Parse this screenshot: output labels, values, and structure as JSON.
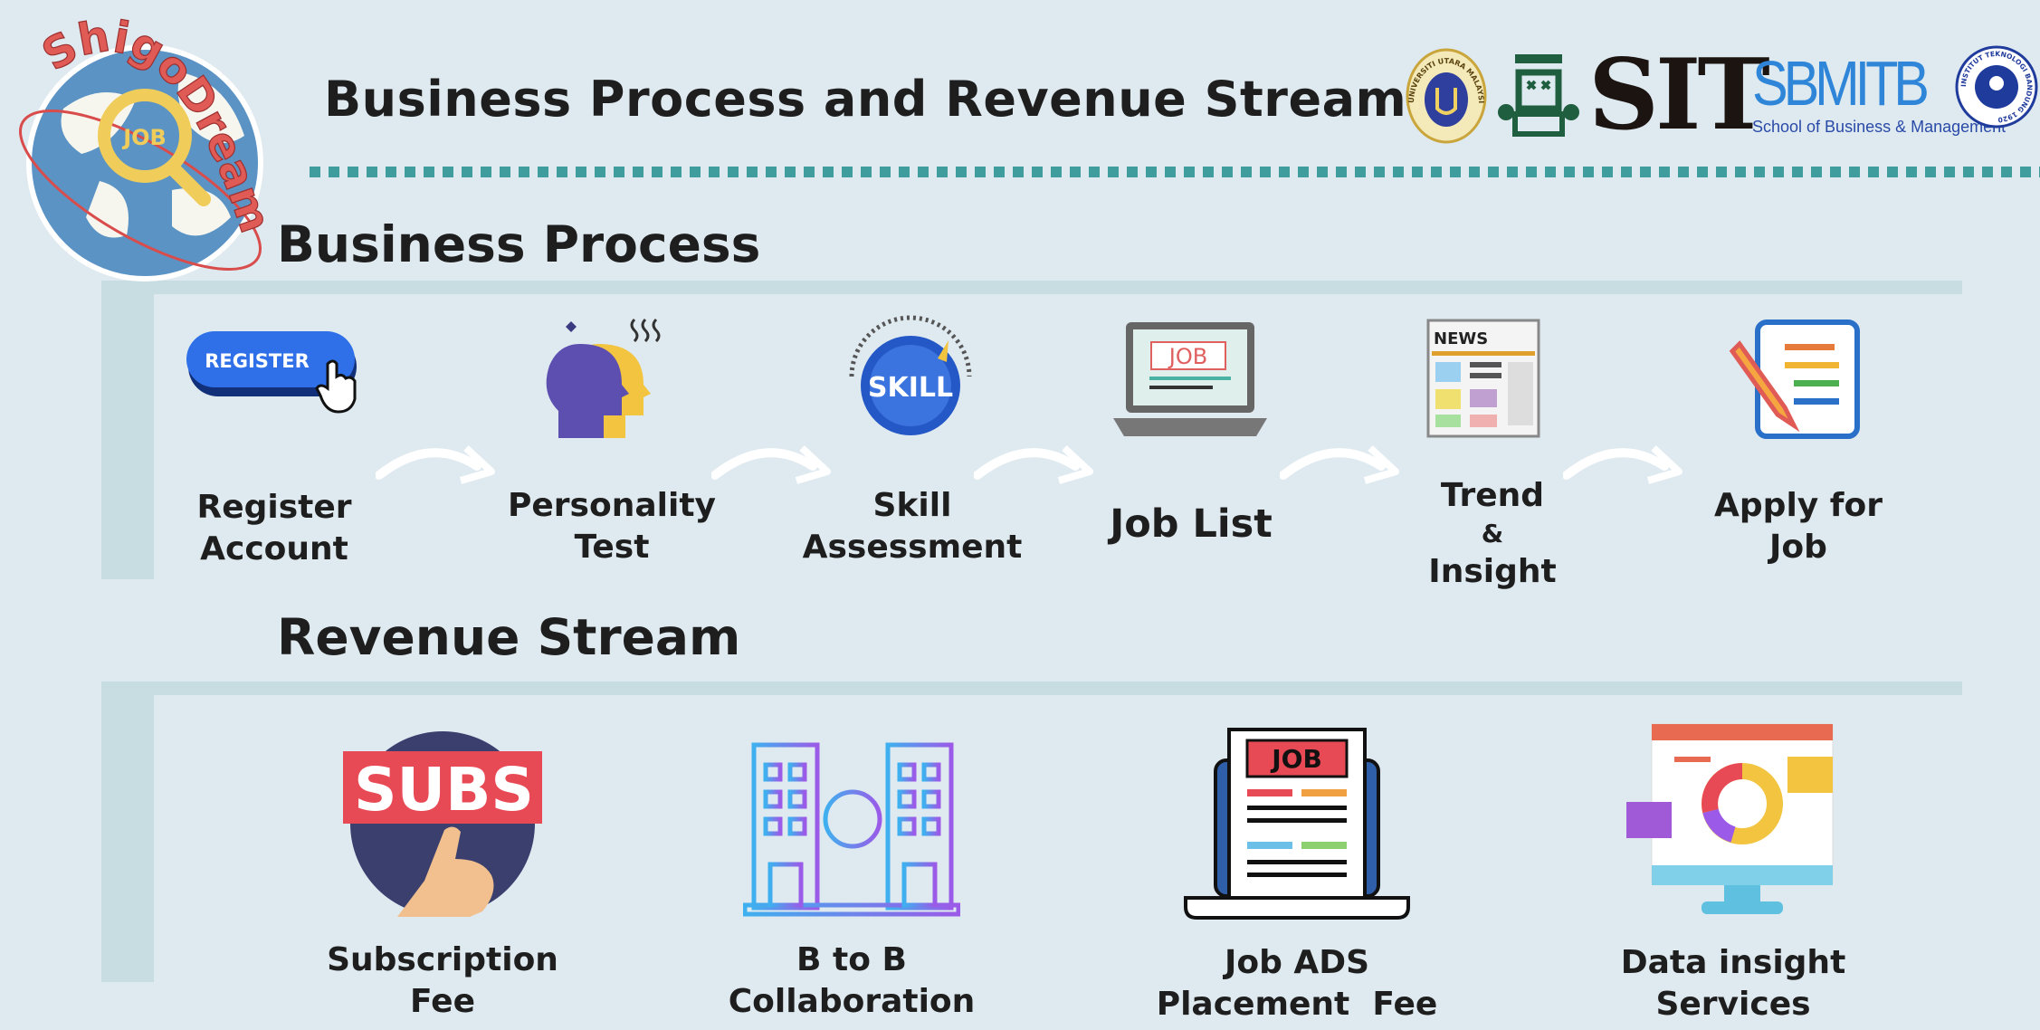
{
  "header": {
    "title": "Business Process and Revenue Stream",
    "brand_logo_text": "ShigoDream",
    "brand_logo_badge": "JOB",
    "partner_logos": {
      "sit": "SIT",
      "sbm_itb": "SBMITB",
      "sbm_subtitle": "School of Business & Management",
      "uum_seal_text": "UNIVERSITI UTARA MALAYSIA",
      "itb_seal_text": "INSTITUT TEKNOLOGI BANDUNG 1920"
    }
  },
  "business_process": {
    "heading": "Business Process",
    "steps": [
      {
        "label_lines": [
          "Register",
          "Account"
        ],
        "icon": "register-button-icon",
        "icon_text": "REGISTER"
      },
      {
        "label_lines": [
          "Personality",
          "Test"
        ],
        "icon": "heads-icon"
      },
      {
        "label_lines": [
          "Skill",
          "Assessment"
        ],
        "icon": "skill-gauge-icon",
        "icon_text": "SKILL"
      },
      {
        "label_lines": [
          "Job List"
        ],
        "icon": "laptop-job-icon",
        "icon_text": "JOB"
      },
      {
        "label_lines": [
          "Trend",
          "&",
          "Insight"
        ],
        "icon": "newspaper-icon",
        "icon_text": "NEWS"
      },
      {
        "label_lines": [
          "Apply for",
          "Job"
        ],
        "icon": "form-pencil-icon"
      }
    ]
  },
  "revenue_stream": {
    "heading": "Revenue Stream",
    "items": [
      {
        "label_lines": [
          "Subscription",
          "Fee"
        ],
        "icon": "subscribe-icon",
        "icon_text": "SUBS"
      },
      {
        "label_lines": [
          "B to B",
          "Collaboration"
        ],
        "icon": "linked-buildings-icon"
      },
      {
        "label_lines": [
          "Job ADS",
          "Placement  Fee"
        ],
        "icon": "job-ad-laptop-icon",
        "icon_text": "JOB"
      },
      {
        "label_lines": [
          "Data insight",
          "Services"
        ],
        "icon": "analytics-monitor-icon"
      }
    ]
  },
  "colors": {
    "background": "#dfeaf0",
    "band": "#c8dde2",
    "dots": "#3f9d9e",
    "brand_red": "#e05b55",
    "globe_blue": "#5b93c4"
  }
}
